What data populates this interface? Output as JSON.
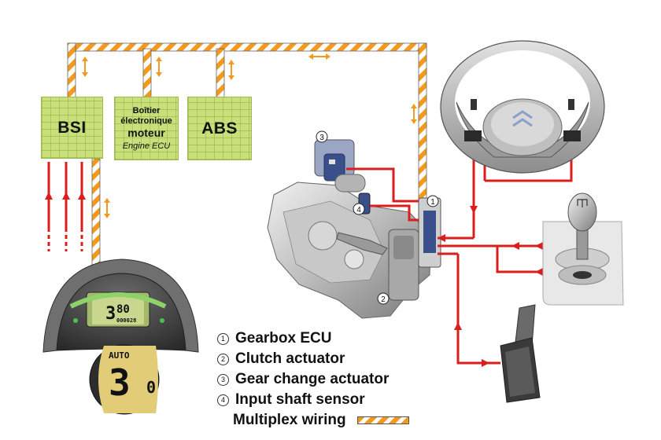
{
  "ecus": {
    "bsi": {
      "label": "BSI"
    },
    "engine": {
      "line1": "Boîtier",
      "line2": "électronique",
      "line3": "moteur",
      "sub": "Engine ECU"
    },
    "abs": {
      "label": "ABS"
    }
  },
  "components": {
    "c1": "1",
    "c2": "2",
    "c3": "3",
    "c4": "4"
  },
  "dashboard": {
    "speed": "80",
    "odometer": "000028",
    "gear": "3",
    "mode": "AUTO",
    "zoom_gear": "3"
  },
  "legend": [
    {
      "num": "1",
      "text": "Gearbox ECU"
    },
    {
      "num": "2",
      "text": "Clutch actuator"
    },
    {
      "num": "3",
      "text": "Gear change actuator"
    },
    {
      "num": "4",
      "text": "Input shaft sensor"
    }
  ],
  "legend_wiring": "Multiplex wiring",
  "colors": {
    "signal": "#d91e1e",
    "multiplex_orange": "#f39a1e",
    "ecu_green": "#c9e07a"
  }
}
